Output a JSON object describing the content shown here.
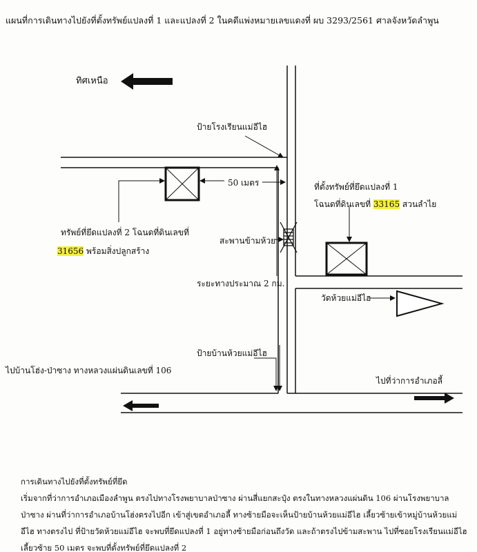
{
  "title": "แผนที่การเดินทางไปยังที่ตั้งทรัพย์แปลงที่ 1 และแปลงที่ 2 ในคดีแพ่งหมายเลขแดงที่ ผบ 3293/2561 ศาลจังหวัดลำพูน",
  "map": {
    "north": "ทิศเหนือ",
    "school_sign": "ป้ายโรงเรียนแม่อีไฮ",
    "distance_50": "50 เมตร",
    "plot1_line1": "ที่ตั้งทรัพย์ที่ยึดแปลงที่ 1",
    "plot1_prefix": "โฉนดที่ดินเลขที่ ",
    "plot1_number": "33165",
    "plot1_suffix": " สวนลำไย",
    "plot2_line1": "ทรัพย์ที่ยึดแปลงที่ 2 โฉนดที่ดินเลขที่",
    "plot2_number": "31656",
    "plot2_suffix": " พร้อมสิ่งปลูกสร้าง",
    "bridge": "สะพานข้ามห้วย",
    "distance_2km": "ระยะทางประมาณ 2 กม.",
    "temple": "วัดห้วยแม่อีไฮ",
    "village_sign": "ป้ายบ้านห้วยแม่อีไฮ",
    "to_west": "ไปบ้านโฮ่ง-ป่าซาง ทางหลวงแผ่นดินเลขที่ 106",
    "to_east": "ไปที่ว่าการอำเภอลี้"
  },
  "directions": {
    "heading": "การเดินทางไปยังที่ตั้งทรัพย์ที่ยึด",
    "text": "เริ่มจากที่ว่าการอำเภอเมืองลำพูน ตรงไปทางโรงพยาบาลป่าซาง ผ่านสี่แยกสะปุ๋ง ตรงในทางหลวงแผ่นดิน 106 ผ่านโรงพยาบาลป่าซาง ผ่านที่ว่าการอำเภอบ้านโฮ่งตรงไปอีก เข้าสู่เขตอำเภอลี้ ทางซ้ายมือจะเห็นป้ายบ้านห้วยแม่อีไฮ เลี้ยวซ้ายเข้าหมู่บ้านห้วยแม่อีไฮ ทางตรงไป ที่ป้ายวัดห้วยแม่อีไฮ จะพบที่ยึดแปลงที่  1 อยู่ทางซ้ายมือก่อนถึงวัด และถ้าตรงไปข้ามสะพาน ไปที่ซอยโรงเรียนแม่อีไฮ เลี้ยวซ้าย 50 เมตร จะพบที่ตั้งทรัพย์ที่ยึดแปลงที่ 2"
  },
  "highlight_color": "#f5f03a"
}
